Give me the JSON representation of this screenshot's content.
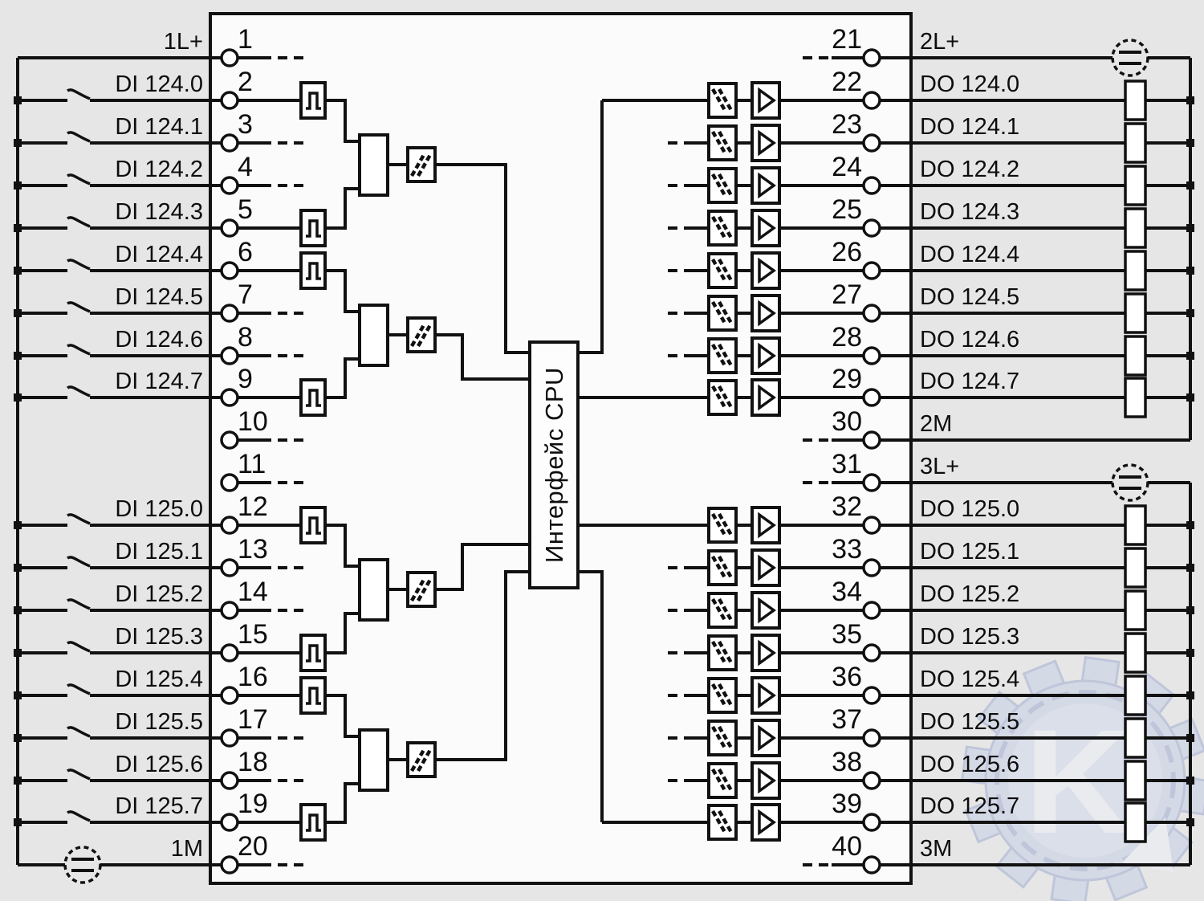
{
  "diagram": {
    "cpu_label": "Интерфейс CPU",
    "watermark_letter": "K",
    "colors": {
      "background": "#e6e6e6",
      "module_fill": "#fbfbfb",
      "line": "#111111",
      "watermark": "#c4cde6"
    },
    "left_terminals": [
      {
        "num": "1",
        "label": "1L+"
      },
      {
        "num": "2",
        "label": "DI 124.0"
      },
      {
        "num": "3",
        "label": "DI 124.1"
      },
      {
        "num": "4",
        "label": "DI 124.2"
      },
      {
        "num": "5",
        "label": "DI 124.3"
      },
      {
        "num": "6",
        "label": "DI 124.4"
      },
      {
        "num": "7",
        "label": "DI 124.5"
      },
      {
        "num": "8",
        "label": "DI 124.6"
      },
      {
        "num": "9",
        "label": "DI 124.7"
      },
      {
        "num": "10",
        "label": ""
      },
      {
        "num": "11",
        "label": ""
      },
      {
        "num": "12",
        "label": "DI 125.0"
      },
      {
        "num": "13",
        "label": "DI 125.1"
      },
      {
        "num": "14",
        "label": "DI 125.2"
      },
      {
        "num": "15",
        "label": "DI 125.3"
      },
      {
        "num": "16",
        "label": "DI 125.4"
      },
      {
        "num": "17",
        "label": "DI 125.5"
      },
      {
        "num": "18",
        "label": "DI 125.6"
      },
      {
        "num": "19",
        "label": "DI 125.7"
      },
      {
        "num": "20",
        "label": "1M"
      }
    ],
    "right_terminals": [
      {
        "num": "21",
        "label": "2L+"
      },
      {
        "num": "22",
        "label": "DO 124.0"
      },
      {
        "num": "23",
        "label": "DO 124.1"
      },
      {
        "num": "24",
        "label": "DO 124.2"
      },
      {
        "num": "25",
        "label": "DO 124.3"
      },
      {
        "num": "26",
        "label": "DO 124.4"
      },
      {
        "num": "27",
        "label": "DO 124.5"
      },
      {
        "num": "28",
        "label": "DO 124.6"
      },
      {
        "num": "29",
        "label": "DO 124.7"
      },
      {
        "num": "30",
        "label": "2M"
      },
      {
        "num": "31",
        "label": "3L+"
      },
      {
        "num": "32",
        "label": "DO 125.0"
      },
      {
        "num": "33",
        "label": "DO 125.1"
      },
      {
        "num": "34",
        "label": "DO 125.2"
      },
      {
        "num": "35",
        "label": "DO 125.3"
      },
      {
        "num": "36",
        "label": "DO 125.4"
      },
      {
        "num": "37",
        "label": "DO 125.5"
      },
      {
        "num": "38",
        "label": "DO 125.6"
      },
      {
        "num": "39",
        "label": "DO 125.7"
      },
      {
        "num": "40",
        "label": "3M"
      }
    ]
  }
}
